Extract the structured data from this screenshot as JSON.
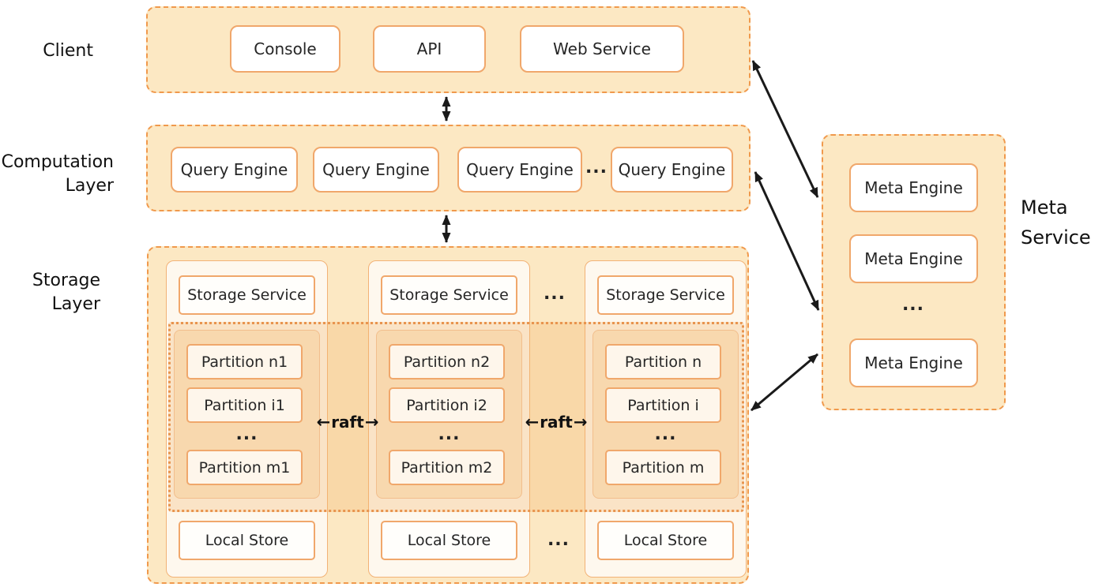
{
  "labels": {
    "client": "Client",
    "computation": [
      "Computation",
      "Layer"
    ],
    "storage": [
      "Storage",
      "Layer"
    ],
    "meta": [
      "Meta",
      "Service"
    ]
  },
  "client": {
    "boxes": [
      "Console",
      "API",
      "Web Service"
    ]
  },
  "computation": {
    "engines": [
      "Query Engine",
      "Query Engine",
      "Query Engine",
      "Query Engine"
    ],
    "ellipsis": "..."
  },
  "storage": {
    "nodes": [
      {
        "service": "Storage Service",
        "partitions": [
          "Partition n1",
          "Partition i1",
          "Partition m1"
        ],
        "partition_ellipsis": "...",
        "store": "Local Store"
      },
      {
        "service": "Storage Service",
        "partitions": [
          "Partition n2",
          "Partition i2",
          "Partition m2"
        ],
        "partition_ellipsis": "...",
        "store": "Local Store"
      },
      {
        "service": "Storage Service",
        "partitions": [
          "Partition n",
          "Partition i",
          "Partition m"
        ],
        "partition_ellipsis": "...",
        "store": "Local Store"
      }
    ],
    "service_row_ellipsis": "...",
    "store_row_ellipsis": "...",
    "raft": {
      "left_arrow": "←",
      "label": "raft",
      "right_arrow": "→"
    }
  },
  "meta": {
    "engines": [
      "Meta Engine",
      "Meta Engine",
      "Meta Engine"
    ],
    "ellipsis": "..."
  },
  "colors": {
    "container_fill": "#FCE8C3",
    "container_border": "#F0994C",
    "box_fill": "#FFFFFF",
    "box_border": "#F0A76B",
    "column_fill": "#FEF8EE",
    "column_border": "#F2B276",
    "band_fill": "rgba(242,178,105,0.30)",
    "band_border": "#E8944E",
    "panel_fill": "#F8D8AE",
    "panel_border": "#F2BE8C",
    "arrow": "#1A1A1A",
    "text": "#222222"
  }
}
